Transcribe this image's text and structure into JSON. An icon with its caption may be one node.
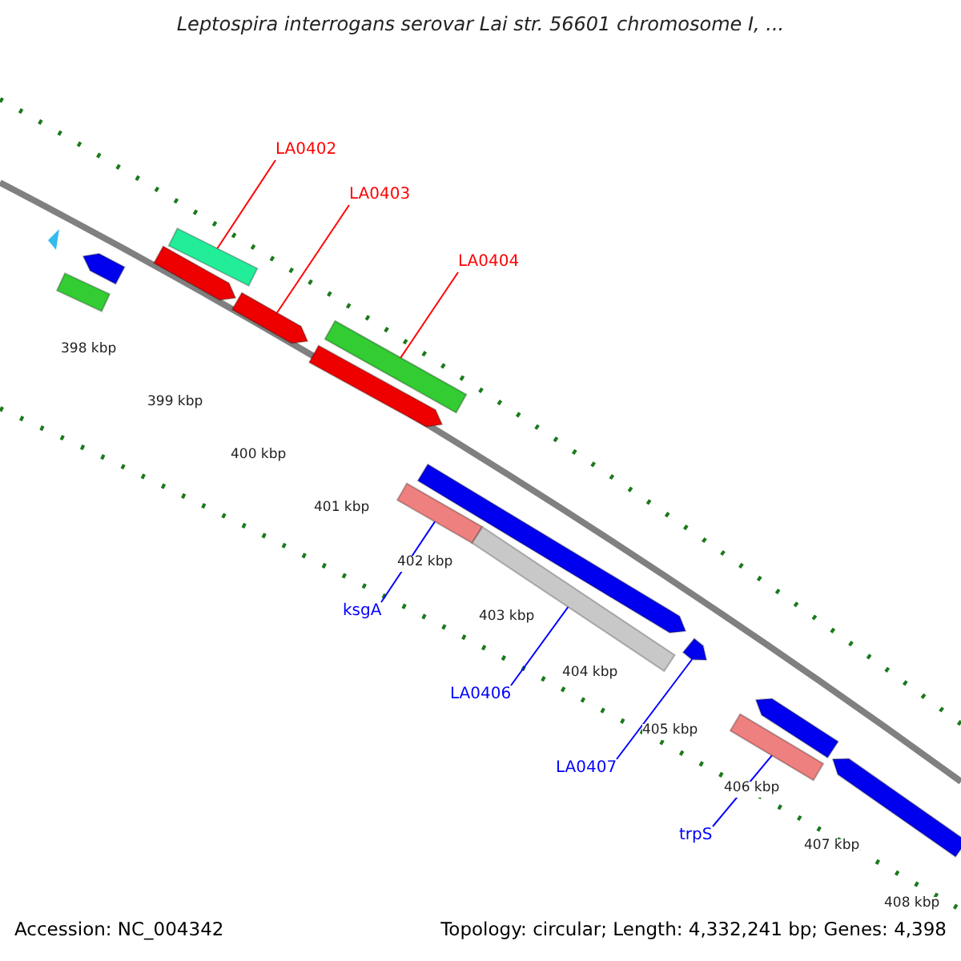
{
  "diagram": {
    "title": "Leptospira interrogans serovar Lai str. 56601 chromosome I, ...",
    "nodes": [
      {
        "text": [
          "LA0402"
        ]
      },
      {
        "text": [
          "LA0403"
        ]
      },
      {
        "text": [
          "LA0404"
        ]
      },
      {
        "text": [
          "ksgA"
        ]
      },
      {
        "text": [
          "LA0406"
        ]
      },
      {
        "text": [
          "LA0407"
        ]
      },
      {
        "text": [
          "trpS"
        ]
      },
      {
        "text": [],
        "shape": "bar"
      },
      {
        "text": [],
        "shape": "arrow"
      },
      {
        "text": [],
        "shape": "arrow"
      },
      {
        "text": [],
        "shape": "bar"
      },
      {
        "text": [],
        "shape": "arrow"
      },
      {
        "text": [],
        "shape": "arrow"
      },
      {
        "text": [],
        "shape": "bar"
      },
      {
        "text": [],
        "shape": "bar"
      },
      {
        "text": [],
        "shape": "arrow"
      },
      {
        "text": [],
        "shape": "bar"
      },
      {
        "text": [],
        "shape": "arrow"
      },
      {
        "text": [],
        "shape": "bar"
      },
      {
        "text": [],
        "shape": "arrow"
      },
      {
        "text": [],
        "shape": "arrow"
      },
      {
        "text": [],
        "shape": "triangle"
      }
    ],
    "edges": [
      {
        "from": 0,
        "to": 10,
        "arrow": "none",
        "color": "#ff0000"
      },
      {
        "from": 1,
        "to": 11,
        "arrow": "none",
        "color": "#ff0000"
      },
      {
        "from": 2,
        "to": 13,
        "arrow": "none",
        "color": "#ff0000"
      },
      {
        "from": 3,
        "to": 14,
        "arrow": "none"
      },
      {
        "from": 4,
        "to": 16,
        "arrow": "none"
      },
      {
        "from": 5,
        "to": 17,
        "arrow": "none"
      },
      {
        "from": 6,
        "to": 18,
        "arrow": "none"
      }
    ],
    "labels": [
      "398 kbp",
      "399 kbp",
      "400 kbp",
      "401 kbp",
      "402 kbp",
      "403 kbp",
      "404 kbp",
      "405 kbp",
      "406 kbp",
      "407 kbp",
      "408 kbp",
      "Accession: NC_004342",
      "Topology: circular; Length: 4,332,241 bp; Genes: 4,398"
    ]
  }
}
